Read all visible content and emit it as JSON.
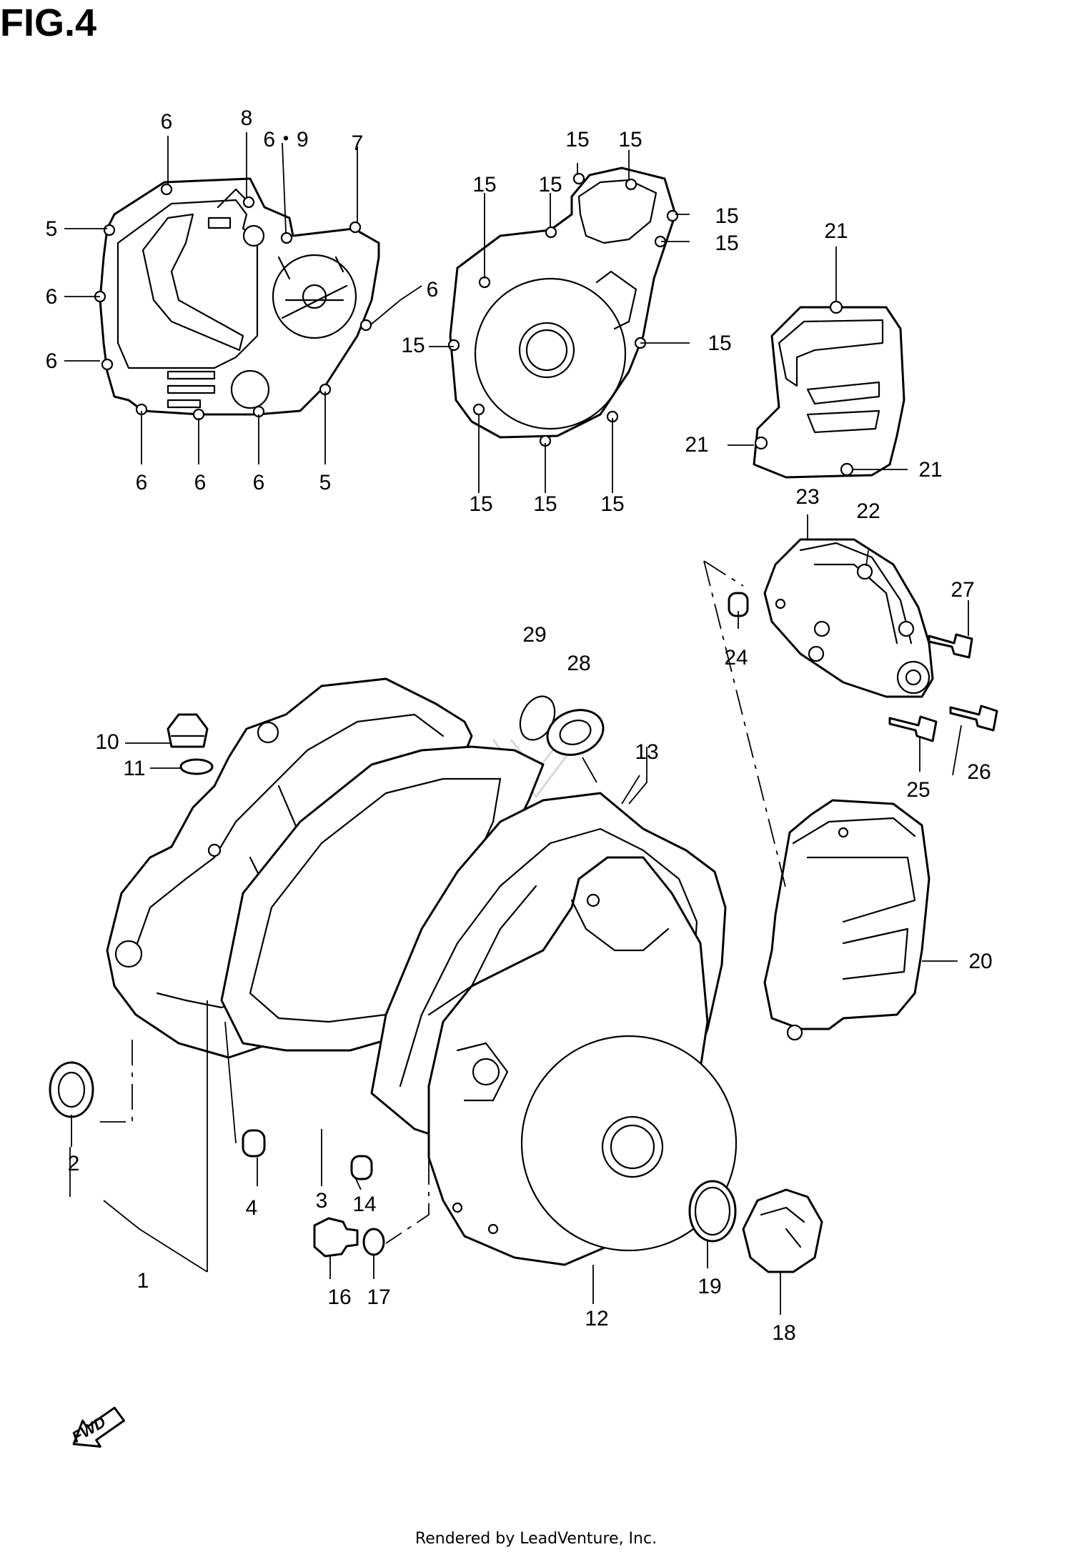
{
  "figure_title": "FIG.4",
  "footer_credit": "Rendered by LeadVenture, Inc.",
  "fwd_label": "FWD",
  "callouts": {
    "c1": "1",
    "c2": "2",
    "c3": "3",
    "c4": "4",
    "c5a": "5",
    "c5b": "5",
    "c6a": "6",
    "c6b": "6",
    "c6c": "6",
    "c6d": "6",
    "c6e": "6",
    "c6f": "6",
    "c6g": "6",
    "c69": "6・9",
    "c7": "7",
    "c8": "8",
    "c10": "10",
    "c11": "11",
    "c12": "12",
    "c13": "13",
    "c14": "14",
    "c15a": "15",
    "c15b": "15",
    "c15c": "15",
    "c15d": "15",
    "c15e": "15",
    "c15f": "15",
    "c15g": "15",
    "c15h": "15",
    "c15i": "15",
    "c15j": "15",
    "c15k": "15",
    "c16": "16",
    "c17": "17",
    "c18": "18",
    "c19": "19",
    "c20": "20",
    "c21a": "21",
    "c21b": "21",
    "c21c": "21",
    "c22": "22",
    "c23": "23",
    "c24": "24",
    "c25": "25",
    "c26": "26",
    "c27": "27",
    "c28": "28",
    "c29": "29"
  }
}
